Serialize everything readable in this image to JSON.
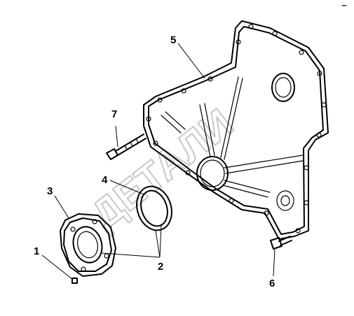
{
  "callouts": [
    {
      "id": "1",
      "label": "1"
    },
    {
      "id": "2",
      "label": "2"
    },
    {
      "id": "3",
      "label": "3"
    },
    {
      "id": "4",
      "label": "4"
    },
    {
      "id": "5",
      "label": "5"
    },
    {
      "id": "6",
      "label": "6"
    },
    {
      "id": "7",
      "label": "7"
    }
  ],
  "watermark": "ДЕТАЛИ",
  "colors": {
    "line": "#000000",
    "watermark": "#c8c8c8",
    "background": "#ffffff"
  }
}
